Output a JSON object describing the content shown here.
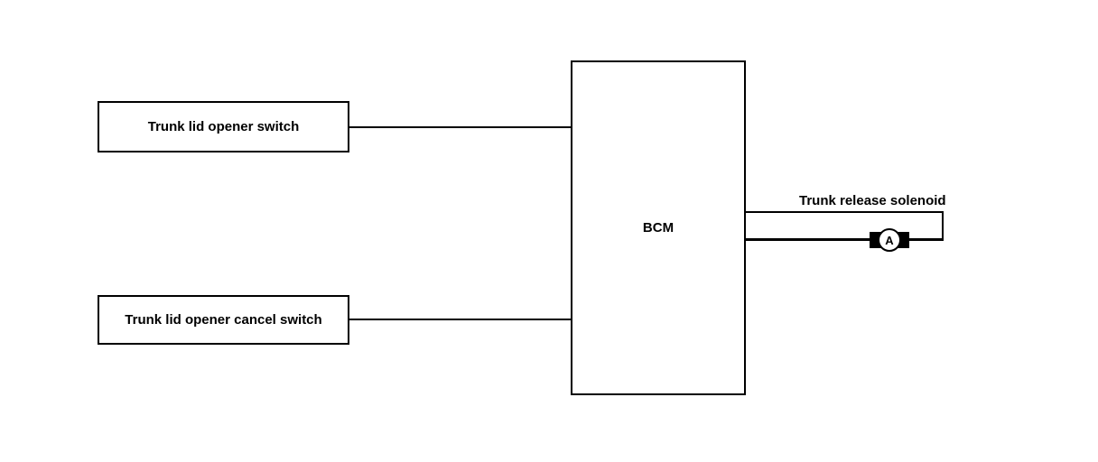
{
  "diagram": {
    "type": "wiring-block-diagram",
    "colors": {
      "background": "#ffffff",
      "line": "#000000",
      "text": "#000000"
    },
    "blocks": {
      "switch": {
        "label": "Trunk lid opener switch"
      },
      "cancel_switch": {
        "label": "Trunk lid opener cancel switch"
      },
      "bcm": {
        "label": "BCM"
      }
    },
    "solenoid": {
      "label": "Trunk release solenoid",
      "connector_letter": "A"
    }
  }
}
